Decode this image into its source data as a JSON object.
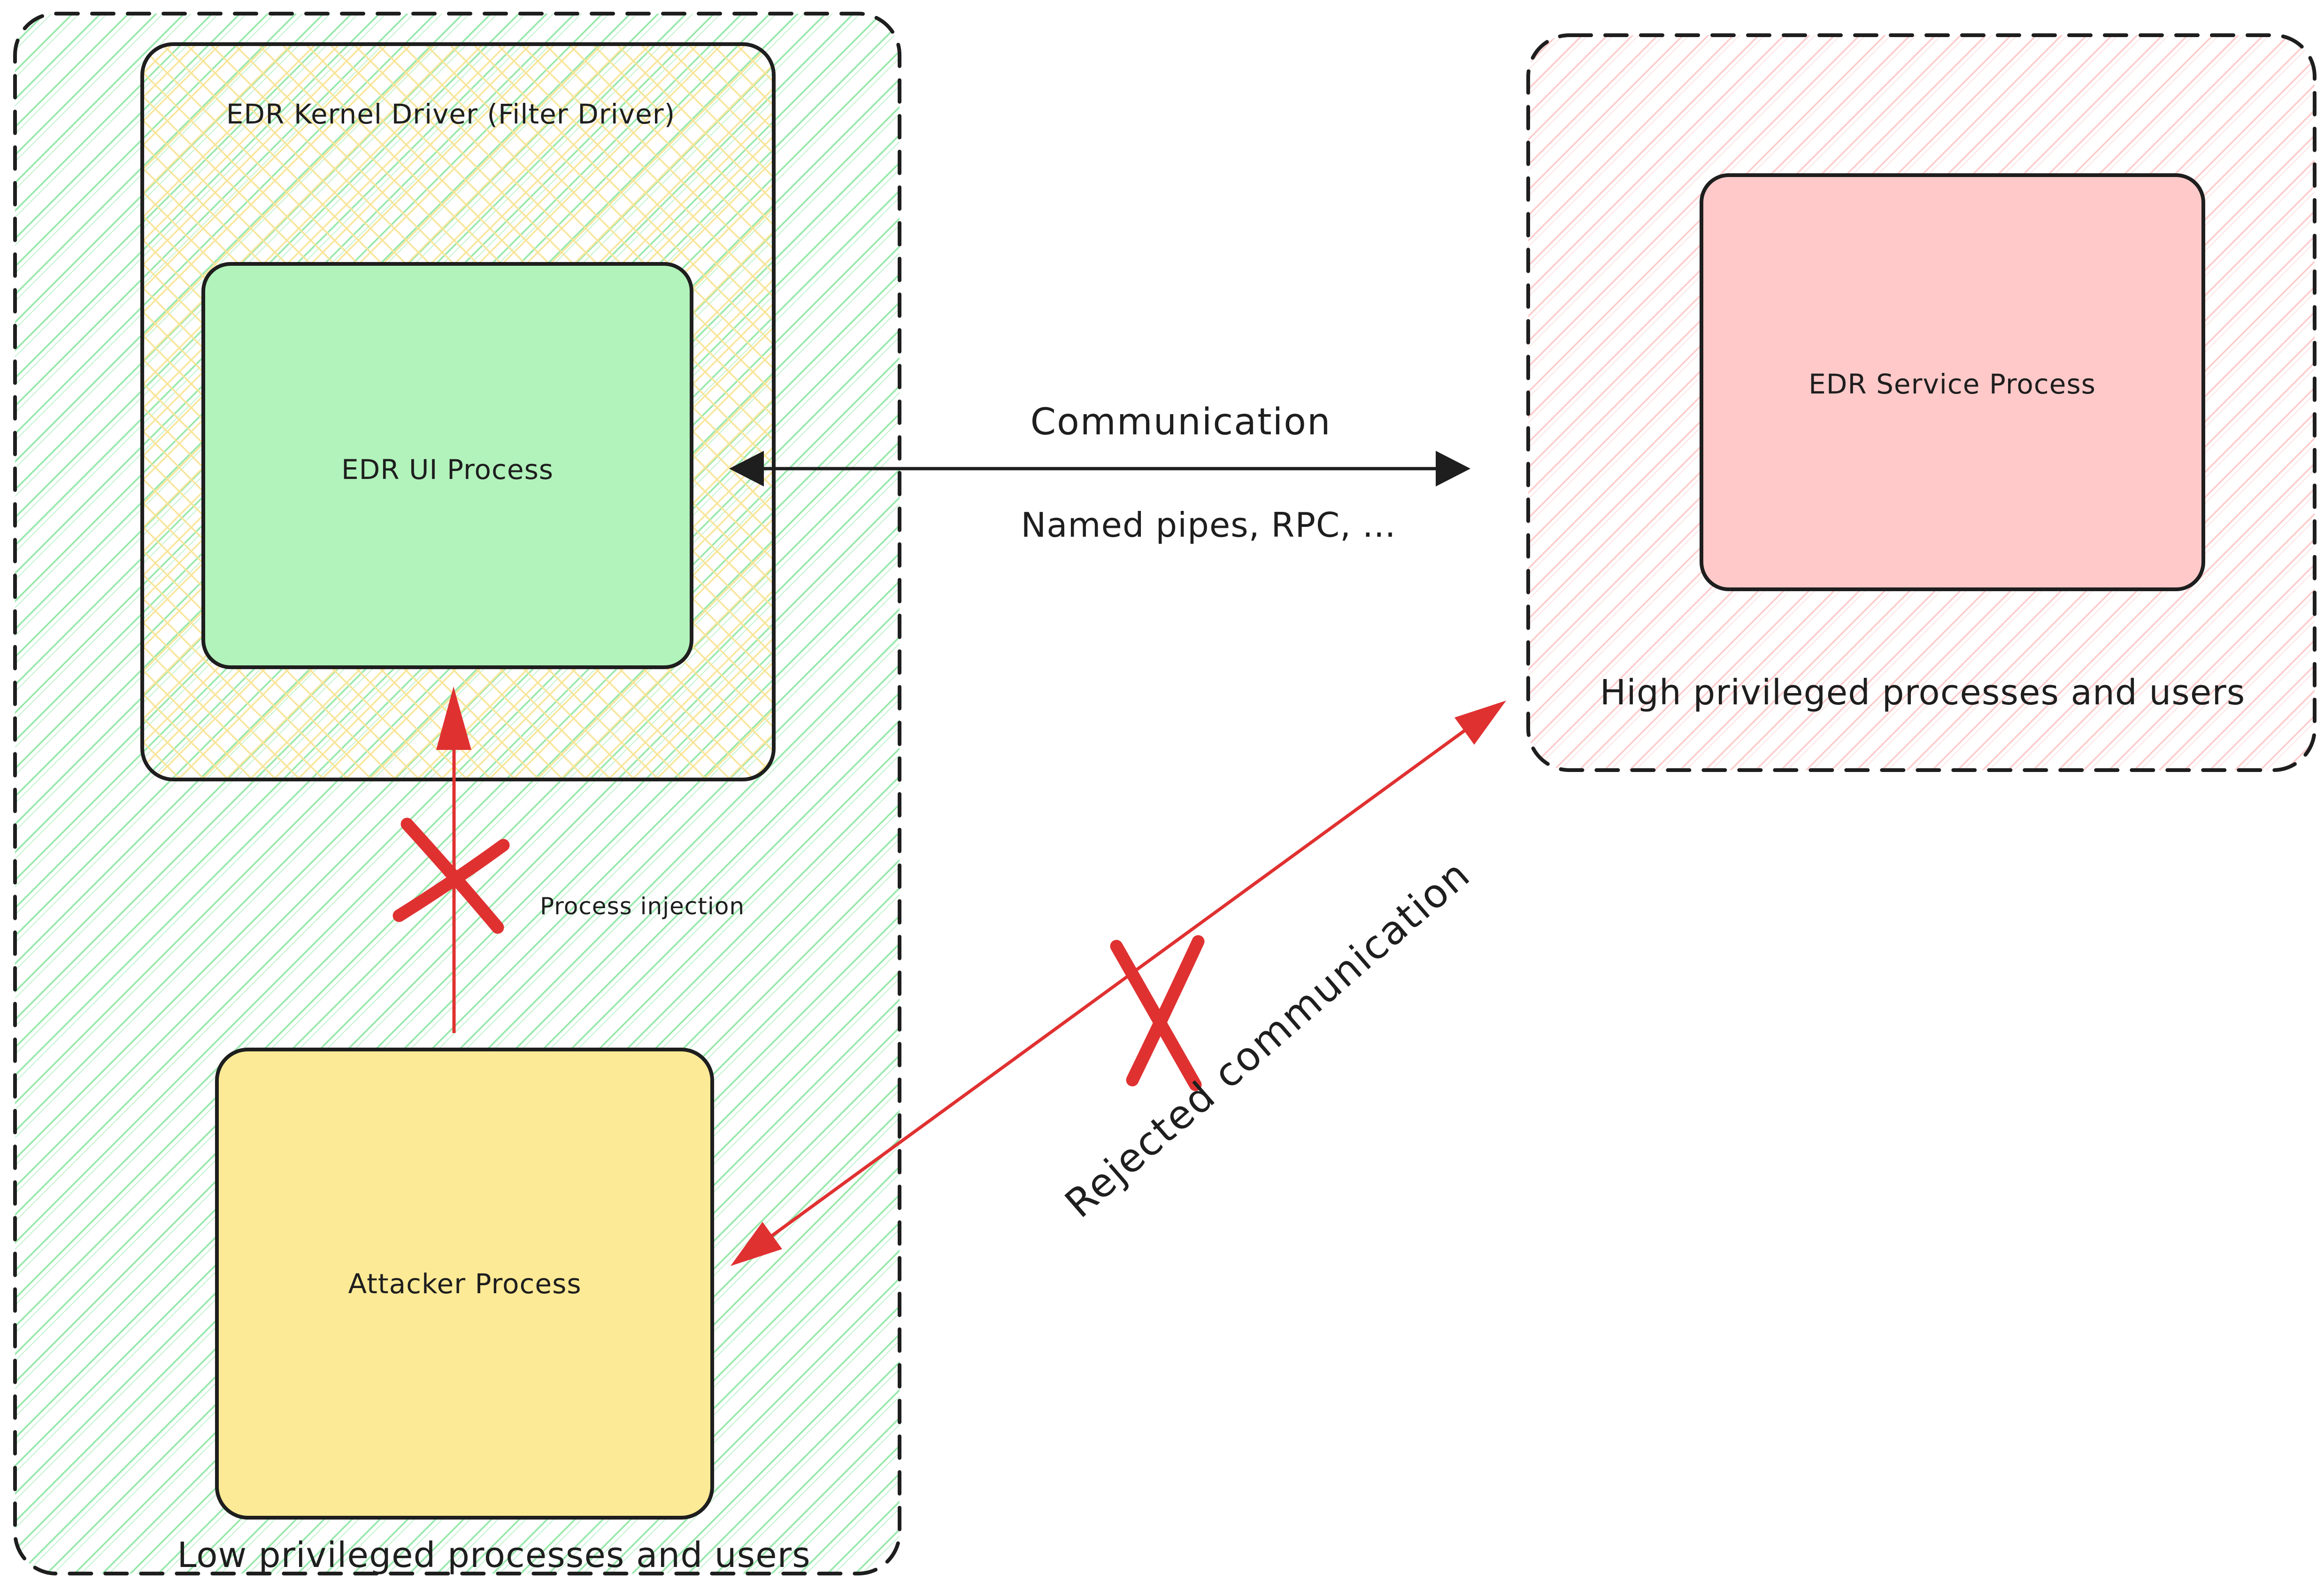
{
  "diagram": {
    "title_hidden": "",
    "zones": {
      "low": {
        "label": "Low privileged processes and users"
      },
      "high": {
        "label": "High privileged processes and users"
      }
    },
    "boxes": {
      "kernel_driver": {
        "label": "EDR Kernel Driver (Filter Driver)"
      },
      "ui_process": {
        "label": "EDR UI Process"
      },
      "attacker": {
        "label": "Attacker Process"
      },
      "service": {
        "label": "EDR Service Process"
      }
    },
    "arrows": {
      "communication": {
        "label": "Communication",
        "sublabel": "Named pipes, RPC, ...",
        "direction": "bidirectional",
        "status": "allowed"
      },
      "process_injection": {
        "label": "Process injection",
        "direction": "attacker-to-ui-process",
        "status": "blocked"
      },
      "rejected_communication": {
        "label": "Rejected communication",
        "direction": "bidirectional",
        "status": "blocked"
      }
    }
  },
  "colors": {
    "stroke": "#1e1e1e",
    "red": "#e03131",
    "green_fill": "#b2f2bb",
    "yellow_fill": "#fdea96",
    "pink_fill": "#ffc9c9",
    "green_hatch": "#96e8aa",
    "yellow_hatch": "#f8e59a",
    "pink_hatch": "#ffc9c9",
    "background": "#ffffff"
  }
}
